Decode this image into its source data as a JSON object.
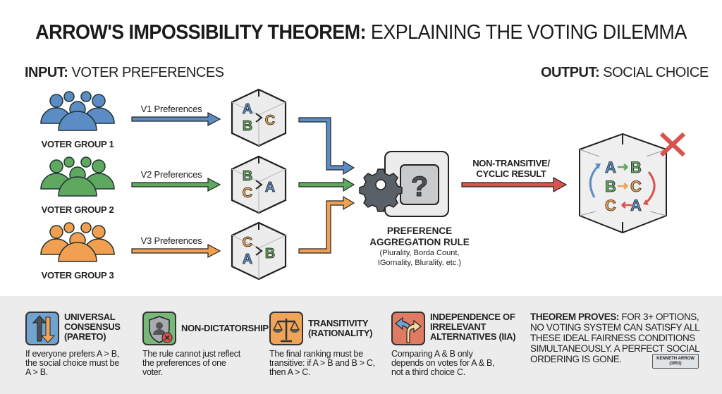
{
  "title": {
    "bold": "ARROW'S IMPOSSIBILITY THEOREM:",
    "regular": " EXPLAINING THE VOTING DILEMMA"
  },
  "input_heading": {
    "bold": "INPUT:",
    "regular": " VOTER PREFERENCES"
  },
  "output_heading": {
    "bold": "OUTPUT:",
    "regular": " SOCIAL CHOICE"
  },
  "voter_groups": [
    {
      "label": "VOTER GROUP 1",
      "pref_label": "V1 Preferences",
      "ballot": [
        "A",
        "B",
        "C"
      ],
      "color": "#5b8cc4"
    },
    {
      "label": "VOTER GROUP 2",
      "pref_label": "V2 Preferences",
      "ballot": [
        "B",
        "C",
        "A"
      ],
      "color": "#5fa85f"
    },
    {
      "label": "VOTER GROUP 3",
      "pref_label": "V3 Preferences",
      "ballot": [
        "C",
        "A",
        "B"
      ],
      "color": "#f0a050"
    }
  ],
  "aggregation": {
    "title_line1": "PREFERENCE",
    "title_line2": "AGGREGATION RULE",
    "sub_line1": "(Plurality, Borda Count,",
    "sub_line2": "IGornality, Blurality, etc.)",
    "symbol": "?"
  },
  "result_arrow": {
    "line1": "NON-TRANSITIVE/",
    "line2": "CYCLIC RESULT",
    "color": "#d9534f"
  },
  "output_cycle": [
    [
      "A",
      "B"
    ],
    [
      "B",
      "C"
    ],
    [
      "C",
      "A"
    ]
  ],
  "criteria": [
    {
      "title": [
        "UNIVERSAL",
        "CONSENSUS",
        "(PARETO)"
      ],
      "desc": [
        "If everyone prefers A > B,",
        "the social choice must be",
        "A > B."
      ],
      "icon": "up-down-arrows-icon",
      "color": "#6fa3d0"
    },
    {
      "title": [
        "NON-DICTATORSHIP"
      ],
      "desc": [
        "The rule cannot just reflect",
        "the preferences of one",
        "voter."
      ],
      "icon": "shield-person-icon",
      "color": "#76b876"
    },
    {
      "title": [
        "TRANSITIVITY",
        "(RATIONALITY)"
      ],
      "desc": [
        "The final ranking must be",
        "transitive: if A > B and B > C,",
        "then A > C."
      ],
      "icon": "scales-icon",
      "color": "#f0a457"
    },
    {
      "title": [
        "INDEPENDENCE OF",
        "IRRELEVANT",
        "ALTERNATIVES (IIA)"
      ],
      "desc": [
        "Comparing A & B only",
        "depends on votes for A & B,",
        "not a third choice C."
      ],
      "icon": "split-arrow-icon",
      "color": "#e07a62"
    }
  ],
  "theorem": {
    "bold": "THEOREM PROVES:",
    "text": " FOR 3+ OPTIONS, NO VOTING SYSTEM CAN SATISFY ALL THESE IDEAL FAIRNESS CONDITIONS SIMULTANEOUSLY. A PERFECT SOCIAL ORDERING IS GONE.",
    "plaque_line1": "KENNETH ARROW",
    "plaque_line2": "(1951)"
  }
}
